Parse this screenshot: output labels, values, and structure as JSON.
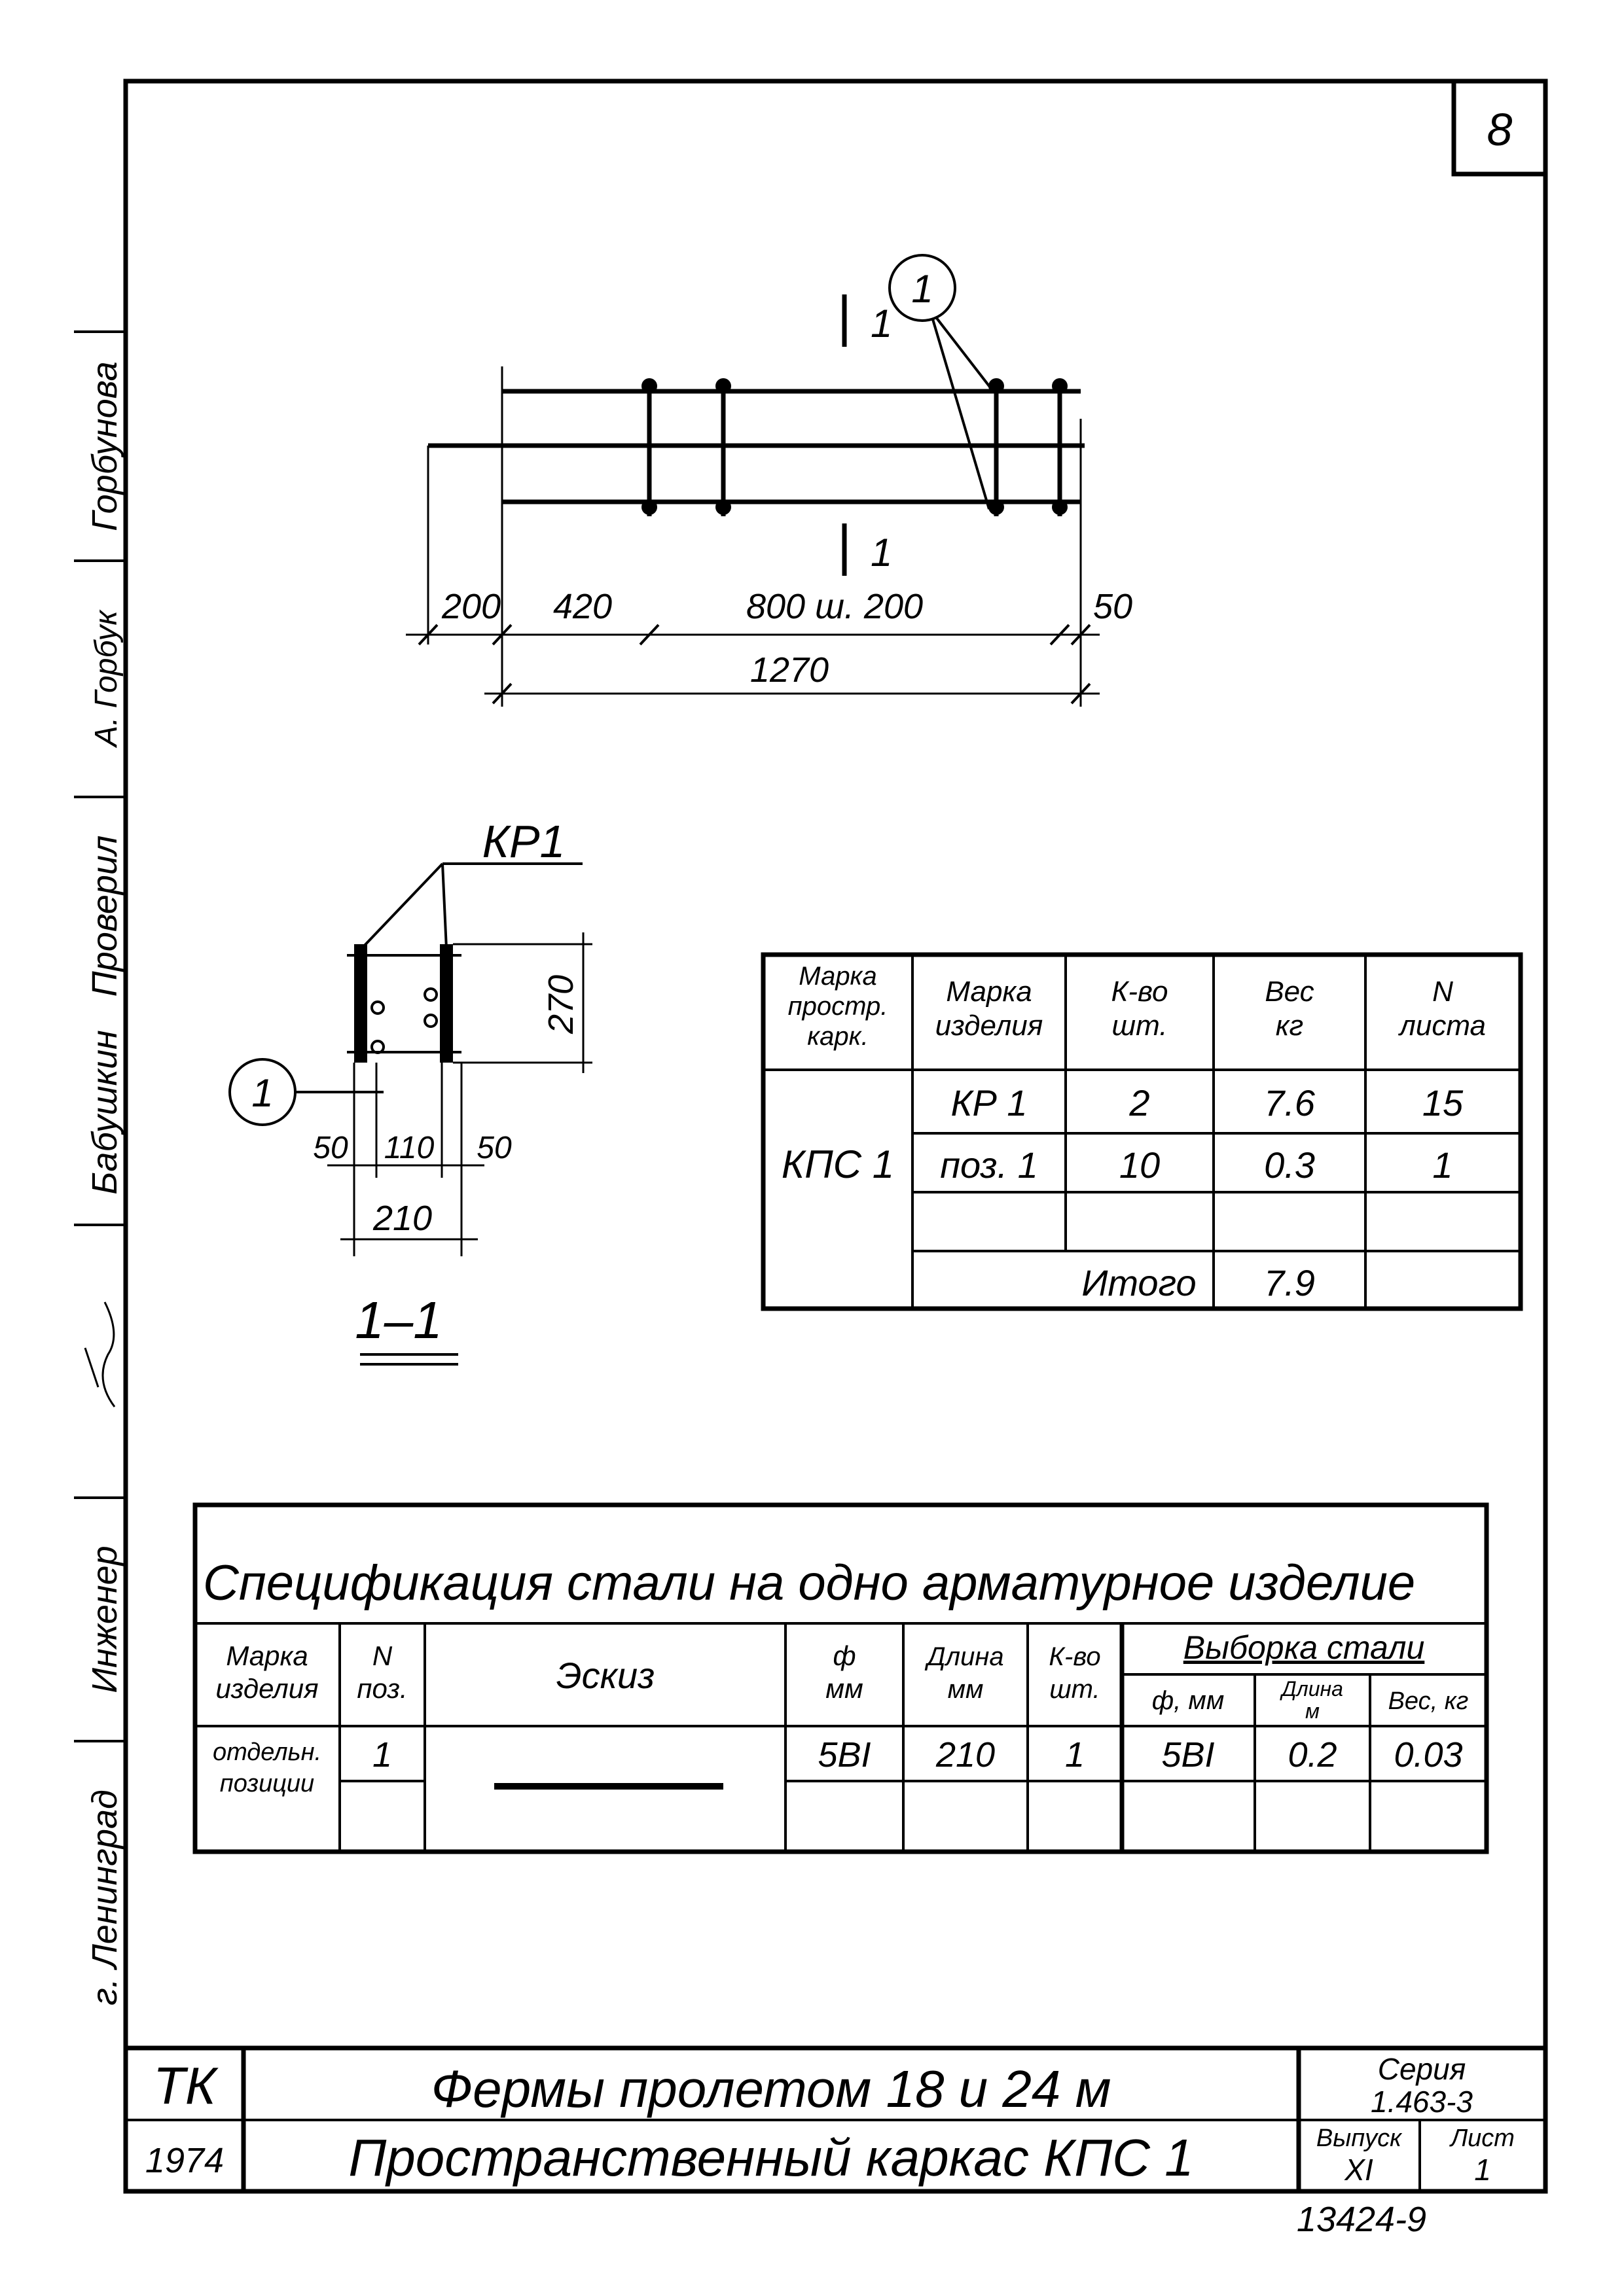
{
  "sheet_number": "8",
  "side_strip": {
    "drawn_by_name": "Горбунова",
    "drawn_by_sign": "А. Горбук",
    "checked_label": "Проверил",
    "checked_name": "Бабушкин",
    "engineer_label": "Инженер",
    "city": "г. Ленинград"
  },
  "plan": {
    "section_mark": "1",
    "position_callout": "1",
    "dims": [
      "200",
      "420",
      "800 ш. 200",
      "50"
    ],
    "total": "1270"
  },
  "section": {
    "mark": "КР1",
    "callout": "1",
    "height": "270",
    "dims": [
      "50",
      "110",
      "50"
    ],
    "width": "210",
    "title": "1–1"
  },
  "frame_table": {
    "headers": [
      "Марка простр. карк.",
      "Марка изделия",
      "К-во шт.",
      "Вес кг",
      "N листа"
    ],
    "frame_mark": "КПС 1",
    "rows": [
      [
        "КР 1",
        "2",
        "7.6",
        "15"
      ],
      [
        "поз. 1",
        "10",
        "0.3",
        "1"
      ]
    ],
    "total_label": "Итого",
    "total_value": "7.9"
  },
  "spec_table": {
    "title": "Спецификация стали на одно арматурное изделие",
    "headers": [
      "Марка изделия",
      "N поз.",
      "Эскиз",
      "ф мм",
      "Длина мм",
      "К-во шт.",
      "Выборка стали",
      "ф, мм",
      "Длина м",
      "Вес, кг"
    ],
    "row": {
      "mark": "отдельн. позиции",
      "pos": "1",
      "dia": "5ВI",
      "length": "210",
      "qty": "1",
      "sel_dia": "5ВI",
      "sel_length": "0.2",
      "sel_weight": "0.03"
    }
  },
  "title_block": {
    "org": "ТК",
    "year": "1974",
    "title": "Фермы пролетом 18 и 24 м",
    "subtitle": "Пространственный каркас КПС 1",
    "series_label": "Серия",
    "series": "1.463-3",
    "issue_label": "Выпуск",
    "issue": "XI",
    "sheet_label": "Лист",
    "sheet": "1"
  },
  "archive_number": "13424-9"
}
